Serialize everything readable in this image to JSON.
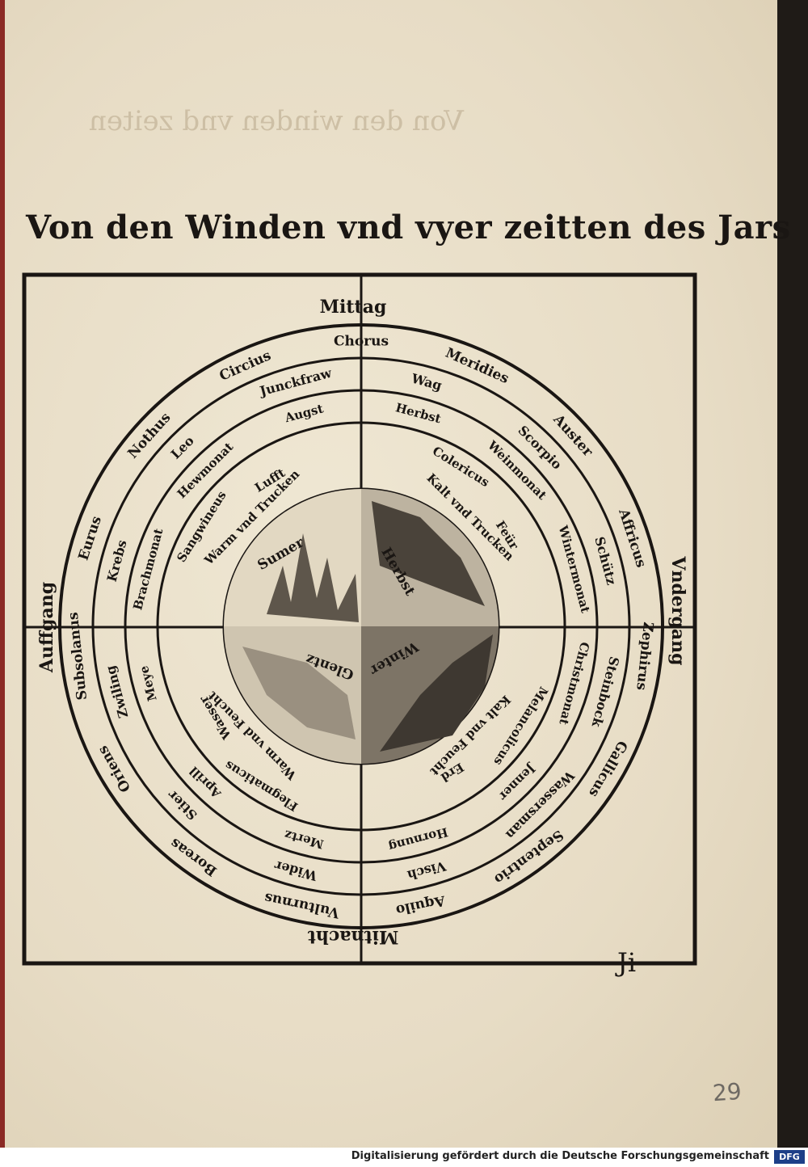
{
  "title": "Von den Winden vnd vyer zeitten des Jars",
  "directions": {
    "south": "Mittag",
    "east": "Auffgang",
    "west": "Vndergang",
    "north": "Mitnacht"
  },
  "ring1_winds": [
    "Meridies",
    "Auster",
    "Affricus",
    "Zephirus",
    "Gallicus",
    "Septentrio",
    "Aquilo",
    "Vulturnus",
    "Boreas",
    "Oriens",
    "Subsolanus",
    "Eurus",
    "Nothus",
    "Circius",
    "Chorus"
  ],
  "ring2_signs": [
    "Junckfraw",
    "Wag",
    "Scorpio",
    "Schütz",
    "Steinbock",
    "Wassersman",
    "Visch",
    "Wider",
    "Stier",
    "Zwiling",
    "Krebs",
    "Leo"
  ],
  "ring3_months": [
    "Augst",
    "Herbst",
    "Weinmonat",
    "Wintermonat",
    "Christmonat",
    "Jenner",
    "Hornung",
    "Mertz",
    "Aprill",
    "Meye",
    "Brachmonat",
    "Hewmonat"
  ],
  "ring4_complexions": [
    "Colericus",
    "Melancolicus",
    "Flegmaticus",
    "Sangwineus"
  ],
  "ring4_elements": [
    "Feür",
    "Erd",
    "Wasser",
    "Lufft"
  ],
  "ring4_qualities": [
    "Warm vnd Trucken",
    "Kalt vnd Trucken",
    "Kalt vnd Feucht",
    "Warm vnd Feucht"
  ],
  "seasons": {
    "summer": "Sumer",
    "autumn": "Herbst",
    "winter": "Winter",
    "spring": "Glentz"
  },
  "signature_mark": "Ji",
  "handwritten_page_number": "29",
  "footer_credit": "Digitalisierung gefördert durch die Deutsche Forschungsgemeinschaft",
  "footer_logo": "DFG"
}
